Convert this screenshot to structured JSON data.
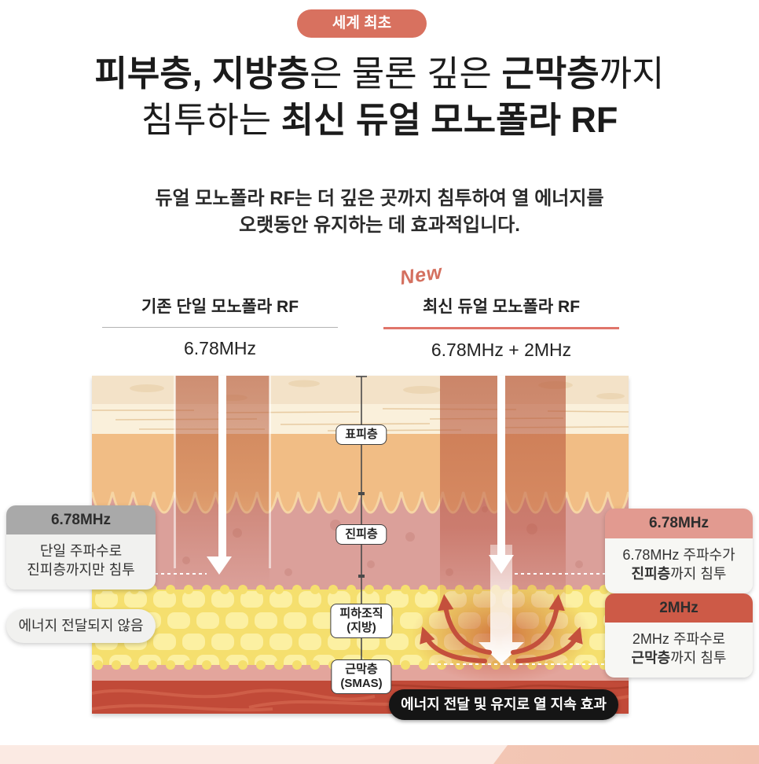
{
  "colors": {
    "accent_coral": "#d8715f",
    "underline_coral": "#e0756a",
    "header_pink": "#e29a90",
    "header_red": "#cd5a47",
    "header_gray": "#a9a9a9",
    "pill_black": "#151515"
  },
  "badge": "세계 최초",
  "title": {
    "l1a": "피부층, 지방층",
    "l1b": "은 물론 깊은 ",
    "l1c": "근막층",
    "l1d": "까지",
    "l2a": "침투하는 ",
    "l2b": "최신 듀얼 모노폴라 RF"
  },
  "subtitle": {
    "line1": "듀얼 모노폴라 RF는 더 깊은 곳까지 침투하여 열 에너지를",
    "line2": "오랫동안 유지하는 데 효과적입니다."
  },
  "compare": {
    "left": {
      "title": "기존 단일 모노폴라 RF",
      "freq": "6.78MHz"
    },
    "right": {
      "new_label": "New",
      "title": "최신 듀얼 모노폴라 RF",
      "freq": "6.78MHz + 2MHz"
    }
  },
  "diagram": {
    "layer_labels": {
      "epidermis": "표피층",
      "dermis": "진피층",
      "fat_line1": "피하조직",
      "fat_line2": "(지방)",
      "smas_line1": "근막층",
      "smas_line2": "(SMAS)"
    },
    "left_callout": {
      "header": "6.78MHz",
      "body_line1": "단일 주파수로",
      "body_line2": "진피층까지만 침투",
      "pill": "에너지 전달되지 않음"
    },
    "right_callout_1": {
      "header": "6.78MHz",
      "body_line1": "6.78MHz 주파수가",
      "body_line2_bold": "진피층",
      "body_line2_rest": "까지 침투"
    },
    "right_callout_2": {
      "header": "2MHz",
      "body_line1": "2MHz 주파수로",
      "body_line2_bold": "근막층",
      "body_line2_rest": "까지 침투"
    },
    "bottom_pill": "에너지 전달 및 유지로 열 지속 효과"
  }
}
